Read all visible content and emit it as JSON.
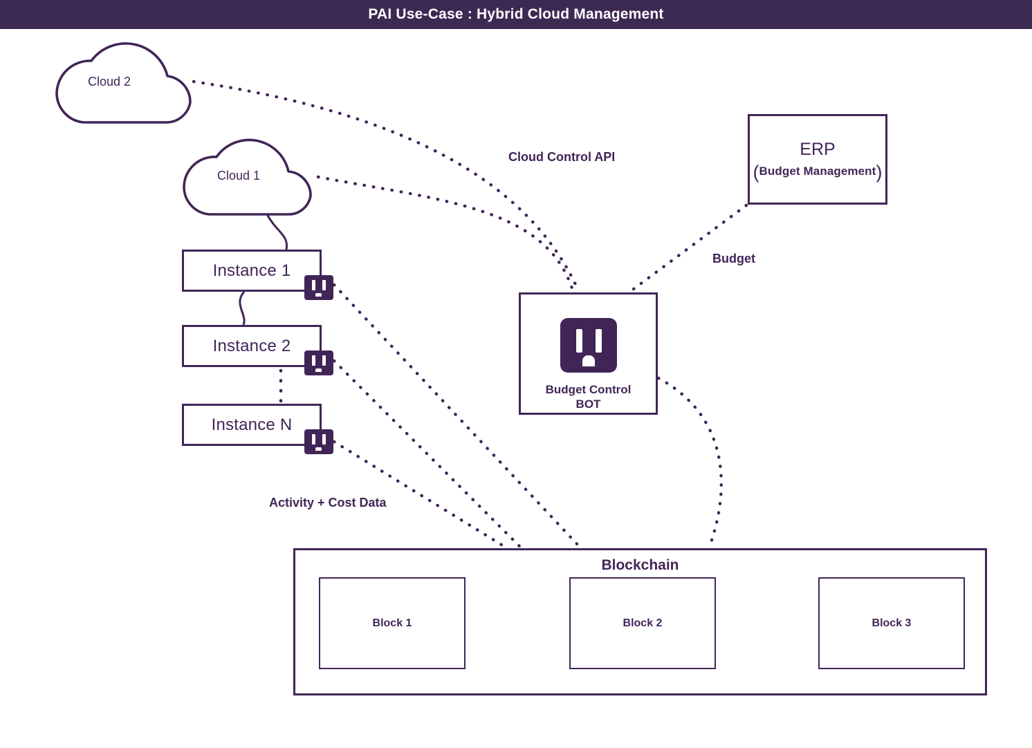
{
  "header": {
    "title": "PAI Use-Case : Hybrid Cloud Management",
    "background": "#3d2a53",
    "text_color": "#ffffff"
  },
  "theme": {
    "accent": "#412557",
    "background": "#ffffff",
    "stroke_width": 3
  },
  "clouds": [
    {
      "id": "cloud-2",
      "label": "Cloud 2"
    },
    {
      "id": "cloud-1",
      "label": "Cloud 1"
    }
  ],
  "instances": [
    {
      "id": "instance-1",
      "label": "Instance 1",
      "icon": "power-socket-icon"
    },
    {
      "id": "instance-2",
      "label": "Instance 2",
      "icon": "power-socket-icon"
    },
    {
      "id": "instance-n",
      "label": "Instance N",
      "icon": "power-socket-icon"
    }
  ],
  "erp": {
    "title": "ERP",
    "paren_open": "(",
    "subtitle": "Budget Management",
    "paren_close": ")"
  },
  "bot": {
    "icon": "power-socket-icon",
    "line1": "Budget Control",
    "line2": "BOT"
  },
  "edge_labels": {
    "cloud_control_api": "Cloud Control API",
    "budget": "Budget",
    "activity_cost_data": "Activity + Cost Data"
  },
  "blockchain": {
    "title": "Blockchain",
    "blocks": [
      {
        "label": "Block 1"
      },
      {
        "label": "Block 2"
      },
      {
        "label": "Block 3"
      }
    ],
    "arrows": 2
  }
}
